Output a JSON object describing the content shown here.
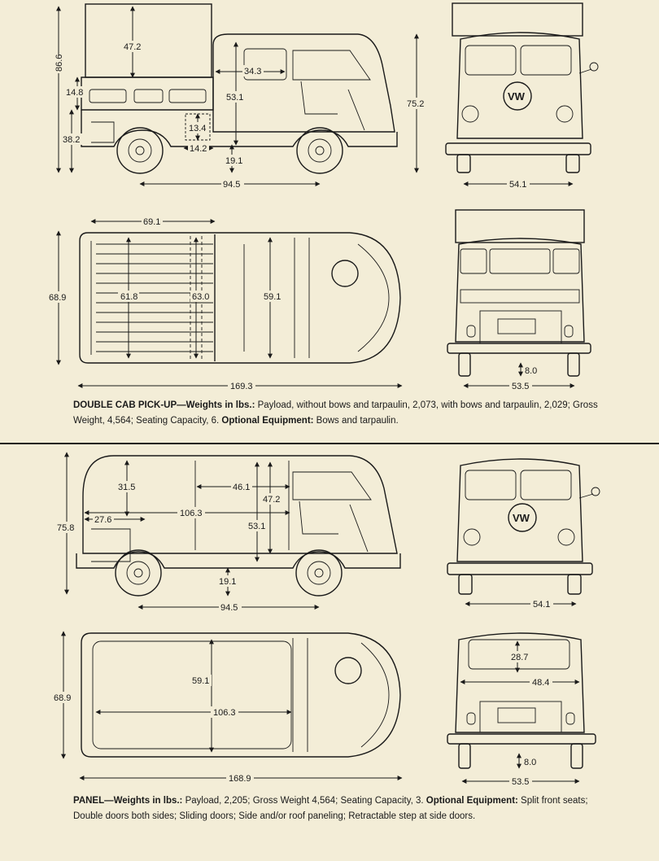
{
  "sections": [
    {
      "id": "double_cab",
      "caption": {
        "title": "DOUBLE CAB PICK-UP—Weights in lbs.:",
        "text1": " Payload, without bows and tarpaulin, 2,073, with bows and tarpaulin, 2,029; Gross Weight, 4,564; Seating Capacity, 6. ",
        "opt_label": "Optional Equipment:",
        "opt_text": " Bows and tarpaulin."
      },
      "dims": {
        "side_overall_height": "86.6",
        "side_47_2": "47.2",
        "side_14_8": "14.8",
        "side_38_2": "38.2",
        "side_34_3": "34.3",
        "side_53_1": "53.1",
        "side_13_4": "13.4",
        "side_14_2": "14.2",
        "side_19_1": "19.1",
        "side_94_5": "94.5",
        "side_75_2": "75.2",
        "front_54_1": "54.1",
        "top_69_1": "69.1",
        "top_68_9": "68.9",
        "top_61_8": "61.8",
        "top_63_0": "63.0",
        "top_59_1": "59.1",
        "top_169_3": "169.3",
        "rear_8_0": "8.0",
        "rear_53_5": "53.5"
      }
    },
    {
      "id": "panel",
      "caption": {
        "title": "PANEL—Weights in lbs.:",
        "text1": " Payload, 2,205; Gross Weight 4,564; Seating Capacity, 3. ",
        "opt_label": "Optional Equipment:",
        "opt_text": " Split front seats; Double doors both sides; Sliding doors; Side and/or roof paneling; Retractable step at side doors."
      },
      "dims": {
        "side_75_8": "75.8",
        "side_31_5": "31.5",
        "side_27_6": "27.6",
        "side_106_3": "106.3",
        "side_46_1": "46.1",
        "side_47_2": "47.2",
        "side_53_1": "53.1",
        "side_19_1": "19.1",
        "side_94_5": "94.5",
        "front_54_1": "54.1",
        "top_68_9": "68.9",
        "top_59_1": "59.1",
        "top_106_3": "106.3",
        "top_168_9": "168.9",
        "rear_28_7": "28.7",
        "rear_48_4": "48.4",
        "rear_8_0": "8.0",
        "rear_53_5": "53.5"
      }
    }
  ]
}
